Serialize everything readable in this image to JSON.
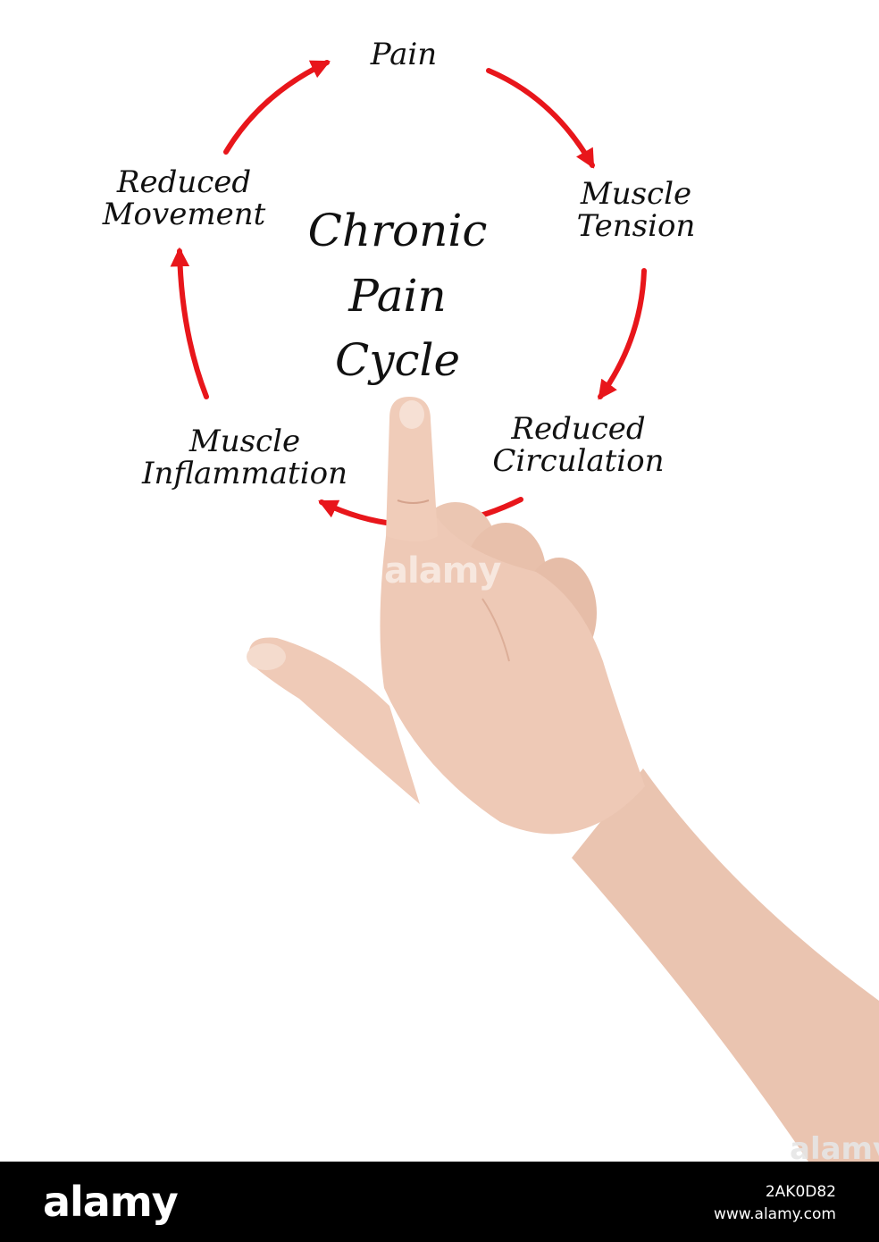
{
  "diagram": {
    "title_lines": [
      "Chronic",
      "Pain",
      "Cycle"
    ],
    "nodes": [
      {
        "lines": [
          "Pain"
        ]
      },
      {
        "lines": [
          "Muscle",
          "Tension"
        ]
      },
      {
        "lines": [
          "Reduced",
          "Circulation"
        ]
      },
      {
        "lines": [
          "Muscle",
          "Inflammation"
        ]
      },
      {
        "lines": [
          "Reduced",
          "Movement"
        ]
      }
    ],
    "arrow_color": "#e8161b"
  },
  "watermarks": {
    "center": "alamy",
    "edge": "alamy",
    "small": "a"
  },
  "footer": {
    "logo": "alamy",
    "image_id": "2AK0D82",
    "url": "www.alamy.com"
  }
}
